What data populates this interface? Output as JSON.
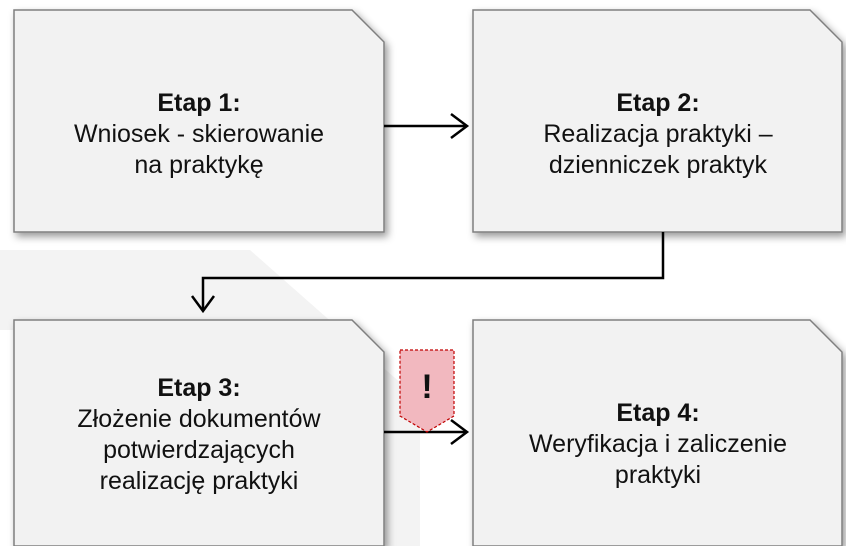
{
  "steps": [
    {
      "title": "Etap 1:",
      "description": "Wniosek - skierowanie\nna praktykę"
    },
    {
      "title": "Etap 2:",
      "description": "Realizacja praktyki –\ndzienniczek praktyk"
    },
    {
      "title": "Etap 3:",
      "description": "Złożenie dokumentów\npotwierdzających\nrealizację praktyki"
    },
    {
      "title": "Etap 4:",
      "description": "Weryfikacja i zaliczenie\npraktyki"
    }
  ],
  "warning": {
    "symbol": "!"
  },
  "colors": {
    "box_fill": "#f2f2f2",
    "box_stroke": "#7f7f7f",
    "connector": "#000000",
    "warning_fill": "#f2b8bf",
    "warning_stroke": "#c00000",
    "watermark": "#f3f3f3"
  }
}
